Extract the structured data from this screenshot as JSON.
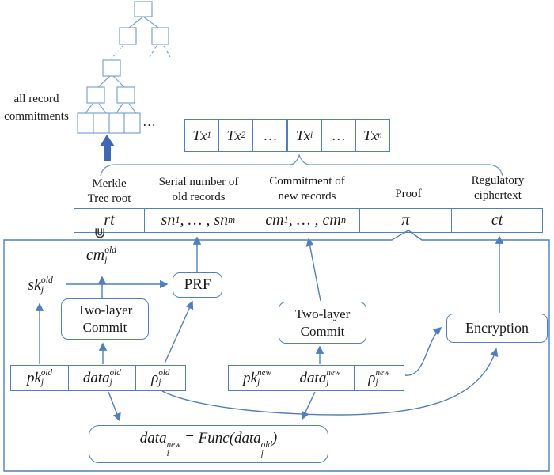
{
  "figure": {
    "tree_label": [
      "all record",
      "commitments"
    ],
    "tree_ellipsis": "…",
    "tx_cells": [
      "Tx_{1}",
      "Tx_{2}",
      "…",
      "Tx_{i}",
      "…",
      "Tx_{n}"
    ],
    "fields": [
      {
        "label": [
          "Merkle",
          "Tree root"
        ],
        "value": "rt"
      },
      {
        "label": [
          "Serial number of",
          "old records"
        ],
        "value": "sn_{1}, … , sn_{m}"
      },
      {
        "label": [
          "Commitment of",
          "new records"
        ],
        "value": "cm_{1}, … , cm_{n}"
      },
      {
        "label": [
          "Proof"
        ],
        "value": "π"
      },
      {
        "label": [
          "Regulatory",
          "ciphertext"
        ],
        "value": "ct"
      }
    ],
    "circuit": {
      "membership_symbol": "⋓",
      "cm_old": "cm_{j}^{old}",
      "sk_old": "sk_{j}^{old}",
      "prf": "PRF",
      "commit_old": [
        "Two-layer",
        "Commit"
      ],
      "commit_new": [
        "Two-layer",
        "Commit"
      ],
      "encryption": "Encryption",
      "old_record": [
        "pk_{j}^{old}",
        "data_{j}^{old}",
        "ρ_{j}^{old}"
      ],
      "new_record": [
        "pk_{j}^{new}",
        "data_{j}^{new}",
        "ρ_{j}^{new}"
      ],
      "func": "data_{i}^{new} = Func(data_{j}^{old})"
    },
    "colors": {
      "stroke": "#4f7fbf",
      "tree_stroke": "#7aa3d4",
      "arrow_fill": "#3e68b3",
      "text": "#1a1a1a"
    }
  }
}
